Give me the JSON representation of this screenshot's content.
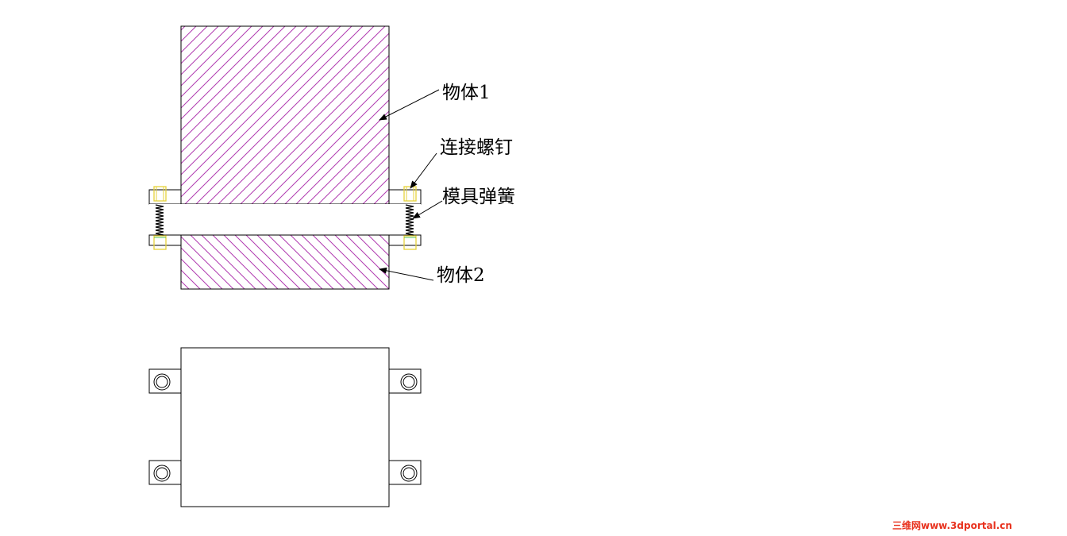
{
  "labels": {
    "body1": "物体1",
    "screw": "连接螺钉",
    "spring": "模具弹簧",
    "body2": "物体2"
  },
  "watermark": "三维网www.3dportal.cn",
  "colors": {
    "hatch": "#b03ab0",
    "screw": "#e6d23c",
    "screw_accent": "#4cbf4c",
    "line": "#000000",
    "watermark": "#e8321e"
  }
}
